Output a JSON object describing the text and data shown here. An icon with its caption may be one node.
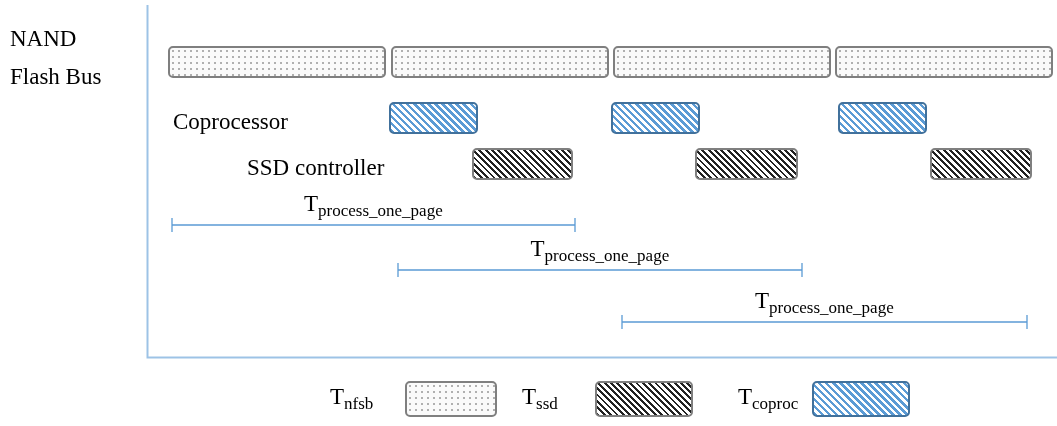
{
  "diagram": {
    "nodes": [
      {
        "text": [],
        "shape": "bar"
      },
      {
        "text": [],
        "shape": "bar"
      },
      {
        "text": [],
        "shape": "bar"
      },
      {
        "text": [],
        "shape": "bar"
      },
      {
        "text": [],
        "shape": "bar"
      },
      {
        "text": [],
        "shape": "bar"
      },
      {
        "text": [],
        "shape": "bar"
      },
      {
        "text": [],
        "shape": "bar"
      },
      {
        "text": [],
        "shape": "bar"
      },
      {
        "text": [],
        "shape": "bar"
      }
    ],
    "labels": [
      "NAND Flash Bus",
      "Coprocessor",
      "SSD controller",
      "T$_{process_one_page}$",
      "T$_{process_one_page}$",
      "T$_{process_one_page}$"
    ],
    "legend": [
      {
        "text": "T$_{nfsb}$"
      },
      {
        "text": "T$_{ssd}$"
      },
      {
        "text": "T$_{coproc}$"
      }
    ]
  }
}
